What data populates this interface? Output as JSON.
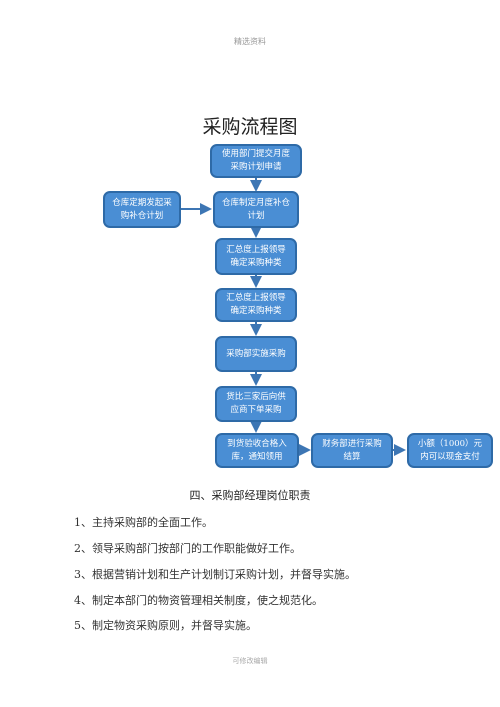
{
  "header_note": "精选资料",
  "footer_note": "可修改编辑",
  "flowchart": {
    "title": "采购流程图",
    "boxes": {
      "submit": "使用部门提交月度采购计划申请",
      "warehouse_periodic": "仓库定期发起采购补仓计划",
      "warehouse_monthly": "仓库制定月度补仓计划",
      "summary_1": "汇总度上报领导确定采购种类",
      "summary_2": "汇总度上报领导确定采购种类",
      "implement": "采购部实施采购",
      "compare": "货比三家后向供应商下单采购",
      "receive": "到货验收合格入库，通知领用",
      "finance": "财务部进行采购结算",
      "small_amount": "小额（1000）元内可以现金支付"
    }
  },
  "duties": {
    "heading": "四、采购部经理岗位职责",
    "items": [
      "1、主持采购部的全面工作。",
      "2、领导采购部门按部门的工作职能做好工作。",
      "3、根据营销计划和生产计划制订采购计划，并督导实施。",
      "4、制定本部门的物资管理相关制度，使之规范化。",
      "5、制定物资采购原则，并督导实施。"
    ]
  }
}
